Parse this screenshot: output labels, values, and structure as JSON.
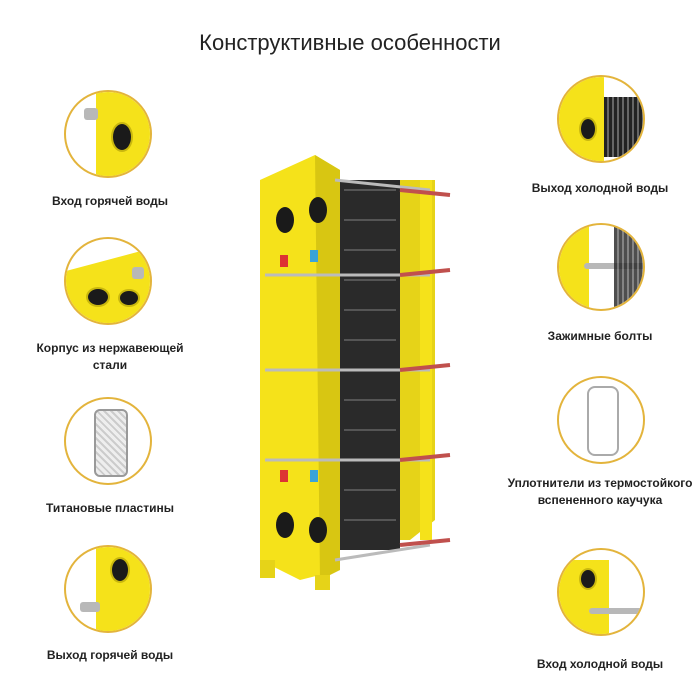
{
  "title": "Конструктивные особенности",
  "features": {
    "hot_in": "Вход горячей воды",
    "body": "Корпус из нержавеющей стали",
    "plates": "Титановые пластины",
    "hot_out": "Выход горячей воды",
    "cold_out": "Выход холодной воды",
    "bolts": "Зажимные болты",
    "gaskets": "Уплотнители из термостойкого вспененного каучука",
    "cold_in": "Вход холодной воды"
  },
  "colors": {
    "accent": "#e3b43c",
    "frame": "#f5e21a"
  }
}
